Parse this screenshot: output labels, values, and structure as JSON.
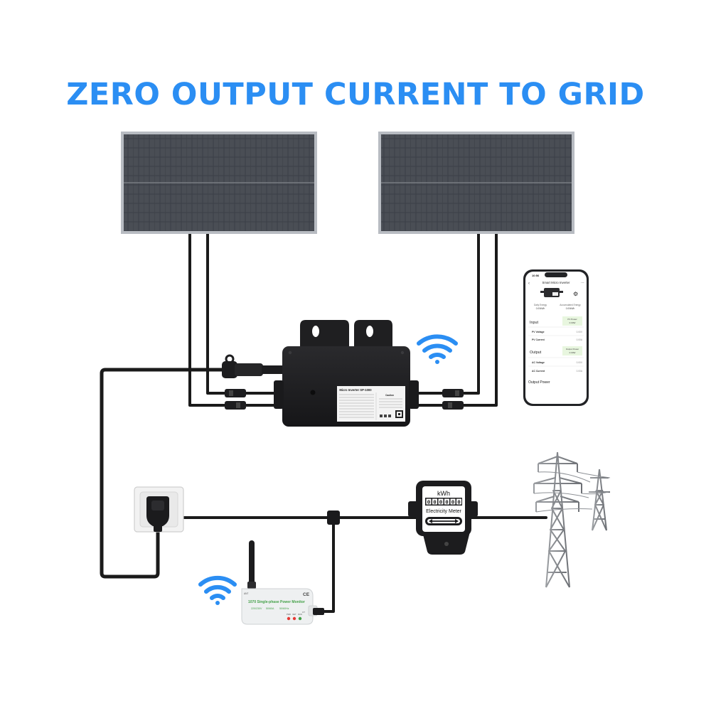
{
  "title": "ZERO OUTPUT CURRENT TO GRID",
  "colors": {
    "title": "#2b8ef3",
    "wifi": "#2b8ef3",
    "cable": "#1a1a1a",
    "panel_frame": "#b8bcc2",
    "panel_cells": "#3b3f46",
    "inverter": "#1c1c1e",
    "monitor_box": "#eef0f1",
    "monitor_text": "#43a047",
    "app_highlight": "#e8f6df"
  },
  "inverter": {
    "label_title": "Micro Inverter SP-1000",
    "label_side": "Caution"
  },
  "meter": {
    "unit": "kWh",
    "digits": [
      "0",
      "0",
      "0",
      "0",
      "0",
      "0"
    ],
    "name": "Electricity Meter"
  },
  "monitor": {
    "antenna_label": "ANT",
    "title": "1070 Single-phase Power Monitor",
    "spec_voltage": "220/230V",
    "spec_current": "50/60A",
    "spec_freq": "50/60Hz",
    "leds": [
      "PWR",
      "NET",
      "RUN"
    ],
    "port_label": "CT"
  },
  "phone": {
    "status_time": "10:56",
    "app_title": "Smart Micro Inverter",
    "daily_energy_label": "Daily Energy",
    "daily_energy_value": "0.00kWh",
    "accum_energy_label": "Accumulated Energy",
    "accum_energy_value": "0.00kWh",
    "input_header": "Input",
    "pv_power_label": "PV Power",
    "pv_power_value": "0.00W",
    "pv_voltage_label": "PV Voltage",
    "pv_voltage_value": "0.00V",
    "pv_current_label": "PV Current",
    "pv_current_value": "0.00A",
    "output_header": "Output",
    "output_power_label": "Output Power",
    "output_power_value": "0.00W",
    "ac_voltage_label": "AC Voltage",
    "ac_voltage_value": "0.00V",
    "ac_current_label": "AC Current",
    "ac_current_value": "0.00A",
    "bottom_header": "Output Power"
  },
  "icons": [
    "wifi-icon",
    "outlet-icon",
    "plug-icon",
    "power-tower-icon",
    "solar-panel-icon",
    "smartphone-icon",
    "antenna-icon",
    "ce-mark-icon"
  ]
}
